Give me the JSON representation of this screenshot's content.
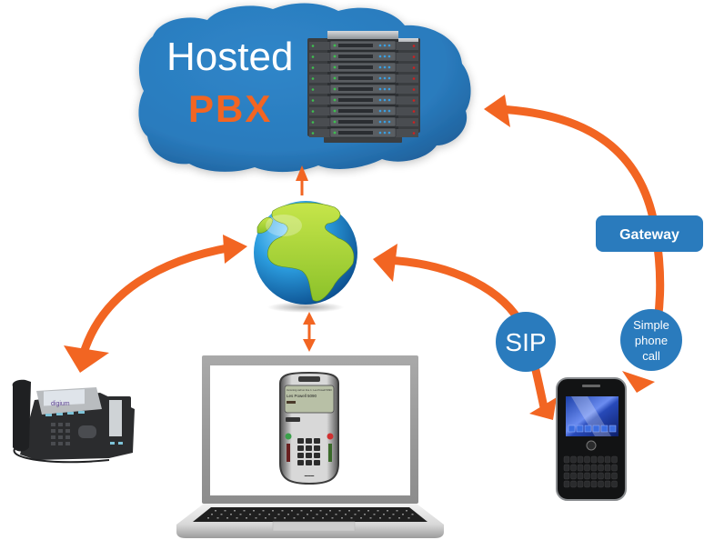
{
  "cloud": {
    "title_line1": "Hosted",
    "title_line2": "PBX",
    "icon": "server-rack-icon"
  },
  "labels": {
    "gateway": "Gateway",
    "sip": "SIP",
    "simple_call_line1": "Simple",
    "simple_call_line2": "phone",
    "simple_call_line3": "call"
  },
  "nodes": [
    {
      "id": "hosted-pbx",
      "icon": "cloud-server-icon"
    },
    {
      "id": "internet",
      "icon": "globe-icon"
    },
    {
      "id": "desk-phone",
      "icon": "ip-desk-phone-icon",
      "brand": "digium"
    },
    {
      "id": "softphone-laptop",
      "icon": "laptop-softphone-icon"
    },
    {
      "id": "mobile-phone",
      "icon": "smartphone-icon"
    }
  ],
  "connections": [
    {
      "from": "internet",
      "to": "hosted-pbx",
      "direction": "one-way"
    },
    {
      "from": "internet",
      "to": "desk-phone",
      "direction": "two-way"
    },
    {
      "from": "internet",
      "to": "softphone-laptop",
      "direction": "two-way"
    },
    {
      "from": "mobile-phone",
      "to": "internet",
      "direction": "two-way",
      "label": "SIP"
    },
    {
      "from": "hosted-pbx",
      "to": "mobile-phone",
      "direction": "two-way",
      "label": "Gateway / Simple phone call"
    }
  ],
  "softphone_screen": {
    "line1": "Incoming call on line 1: Les Powell 5090",
    "line2": "Les Powell 5090"
  },
  "colors": {
    "cloud_blue": "#2a7bbd",
    "arrow_orange": "#f26522",
    "pbx_orange": "#f26522",
    "badge_blue": "#2a7bbd",
    "text_white": "#ffffff"
  }
}
